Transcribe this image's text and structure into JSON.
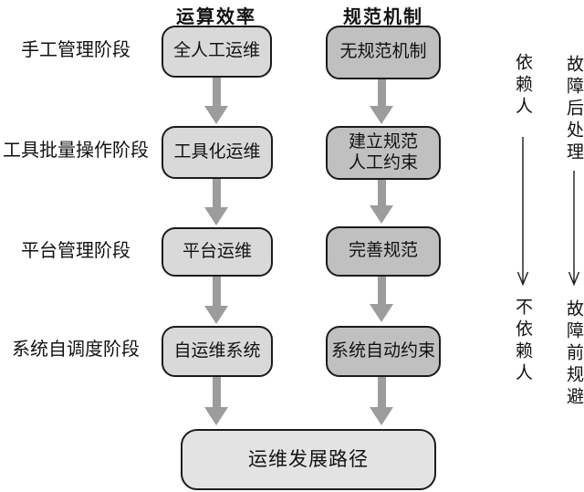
{
  "diagram": {
    "columns": [
      {
        "header": "运算效率"
      },
      {
        "header": "规范机制"
      }
    ],
    "stages": [
      {
        "label": "手工管理阶段",
        "efficiency": "全人工运维",
        "mechanism": "无规范机制"
      },
      {
        "label": "工具批量操作阶段",
        "efficiency": "工具化运维",
        "mechanism": "建立规范\n人工约束"
      },
      {
        "label": "平台管理阶段",
        "efficiency": "平台运维",
        "mechanism": "完善规范"
      },
      {
        "label": "系统自调度阶段",
        "efficiency": "自运维系统",
        "mechanism": "系统自动约束"
      }
    ],
    "result": "运维发展路径",
    "annotations": [
      {
        "from": "依赖人",
        "to": "不依赖人"
      },
      {
        "from": "故障后处理",
        "to": "故障前规避"
      }
    ]
  },
  "colors": {
    "box-light": "#d9d9d9",
    "box-dark": "#c0c0c0",
    "box-result": "#e3e3e3",
    "box-border": "#1b1b1b",
    "arrow-gray": "#9c9c9c",
    "ink": "#121212",
    "bg": "#ffffff"
  }
}
